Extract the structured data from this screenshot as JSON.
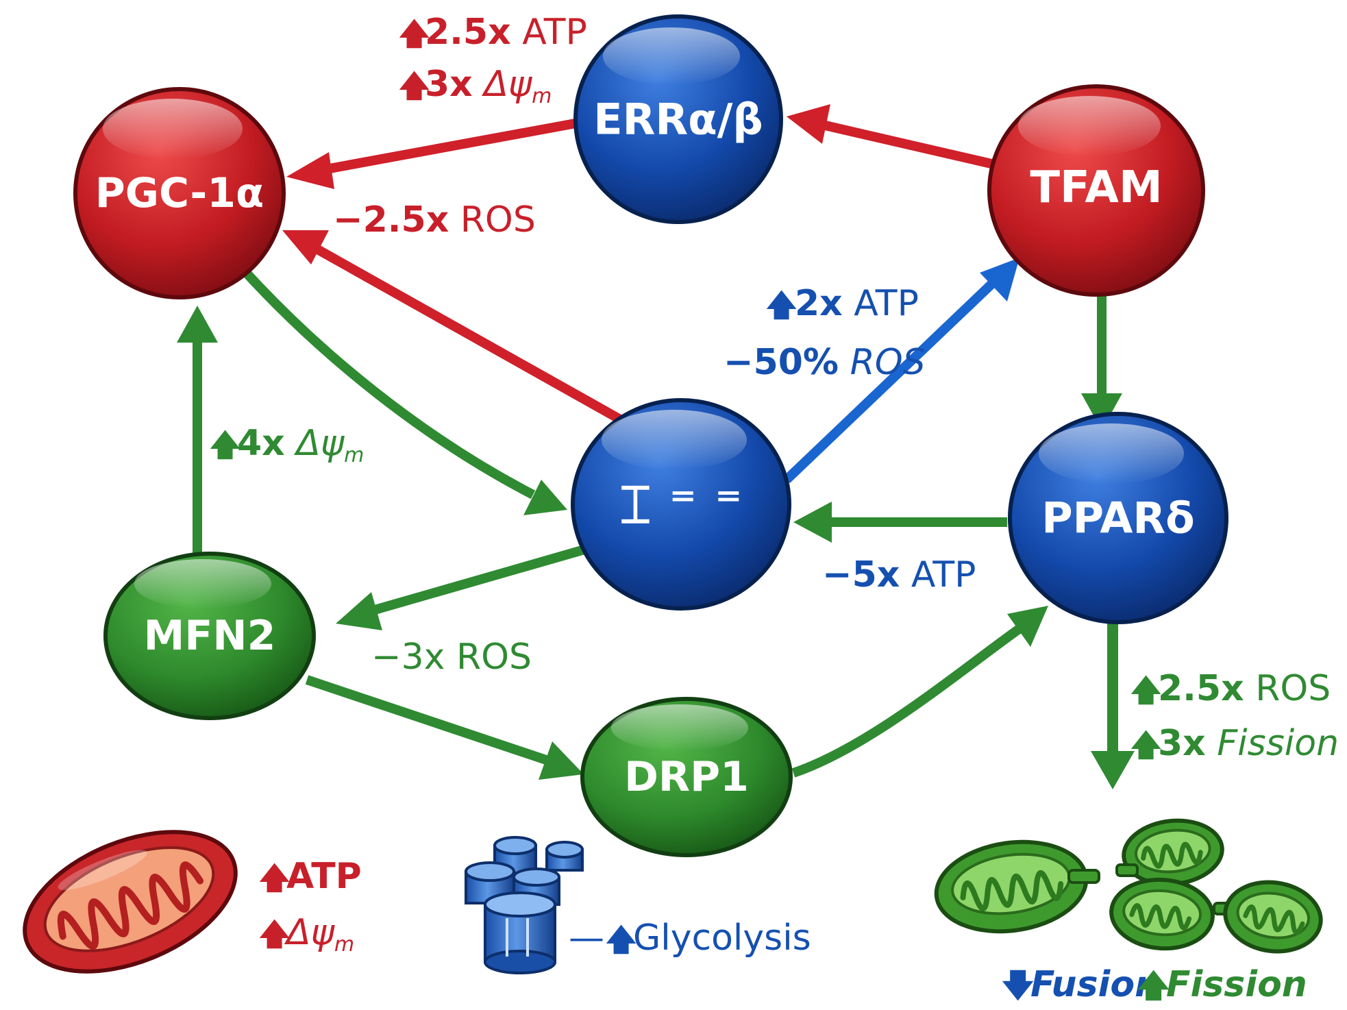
{
  "colors": {
    "red": "#c8202a",
    "green": "#2f8a32",
    "blue": "#1550b0"
  },
  "nodes": {
    "pgc1a": "PGC-1α",
    "erra_b": "ERRα/β",
    "tfam": "TFAM",
    "center": "⌶ ⁼ ⁼",
    "ppard": "PPARδ",
    "mfn2": "MFN2",
    "drp1": "DRP1"
  },
  "labels": {
    "err_pgc_1_value": "2.5x",
    "err_pgc_1_unit": "ATP",
    "err_pgc_2_value": "3x",
    "err_pgc_2_unit": "Δψ",
    "err_pgc_2_sub": "m",
    "center_pgc_value": "−2.5x",
    "center_pgc_unit": "ROS",
    "center_tfam_1_value": "2x",
    "center_tfam_1_unit": "ATP",
    "center_tfam_2_value": "−50%",
    "center_tfam_2_unit": "ROS",
    "mfn2_pgc_value": "4x",
    "mfn2_pgc_unit": "Δψ",
    "mfn2_pgc_sub": "m",
    "ppard_center_value": "−5x",
    "ppard_center_unit": "ATP",
    "center_mfn2_value": "−3x",
    "center_mfn2_unit": "ROS",
    "ppard_down_1_value": "2.5x",
    "ppard_down_1_unit": "ROS",
    "ppard_down_2_value": "3x",
    "ppard_down_2_unit": "Fission"
  },
  "legend": {
    "mito_atp": "ATP",
    "mito_dpsi": "Δψ",
    "mito_dpsi_sub": "m",
    "glycolysis_prefix": "—",
    "glycolysis": "Glycolysis",
    "fusion": "Fusion",
    "fission": "Fission"
  },
  "icons": [
    "up-arrow-icon",
    "down-arrow-icon",
    "mitochondrion-icon",
    "cylinders-icon",
    "fragmented-mitochondria-icon"
  ]
}
